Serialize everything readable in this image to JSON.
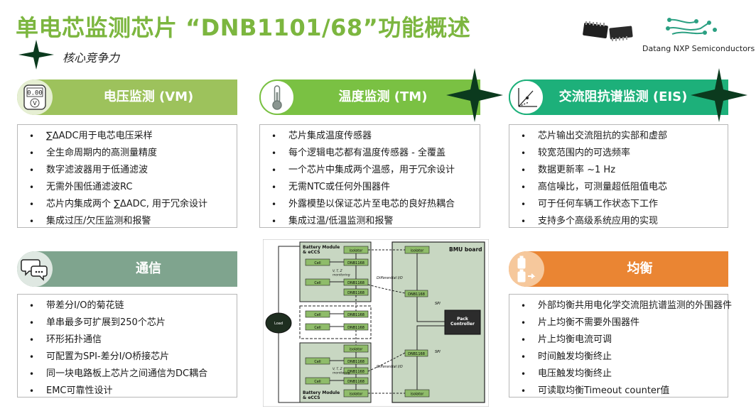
{
  "title": "单电芯监测芯片 “DNB1101/68”功能概述",
  "subtitle": "核心竞争力",
  "company": "Datang NXP Semiconductors",
  "colors": {
    "title_green": "#7cb63f",
    "vm_green": "#9dc25c",
    "tm_green": "#7ac143",
    "eis_green": "#1db07a",
    "comm_gray": "#7fa48e",
    "balance_orange": "#ea8533",
    "star_dark": "#0b3a1e"
  },
  "sections": {
    "vm": {
      "title": "电压监测 (VM)",
      "icon": "voltmeter-icon",
      "icon_text": "0.00",
      "icon_sub": "V",
      "items": [
        "∑ΔADC用于电芯电压采样",
        "全生命周期内的高测量精度",
        "数字滤波器用于低通滤波",
        "无需外围低通滤波RC",
        "芯片内集成两个 ∑ΔADC, 用于冗余设计",
        "集成过压/欠压监测和报警"
      ]
    },
    "tm": {
      "title": "温度监测 (TM)",
      "icon": "thermometer-icon",
      "items": [
        "芯片集成温度传感器",
        "每个逻辑电芯都有温度传感器 - 全覆盖",
        "一个芯片中集成两个温感，用于冗余设计",
        "无需NTC或任何外围器件",
        "外露模垫以保证芯片至电芯的良好热耦合",
        "集成过温/低温监测和报警"
      ]
    },
    "eis": {
      "title": "交流阻抗谱监测 (EIS)",
      "icon": "impedance-axes-icon",
      "items": [
        "芯片输出交流阻抗的实部和虚部",
        "较宽范围内的可选频率",
        "数据更新率 ~1 Hz",
        "高信噪比，可测量超低阻值电芯",
        "可于任何车辆工作状态下工作",
        "支持多个高级系统应用的实现"
      ]
    },
    "comm": {
      "title": "通信",
      "icon": "chat-bubbles-icon",
      "items": [
        "带差分I/O的菊花链",
        "单串最多可扩展到250个芯片",
        "环形拓扑通信",
        "可配置为SPI-差分I/O桥接芯片",
        "同一块电路板上芯片之间通信为DC耦合",
        "EMC可靠性设计"
      ]
    },
    "balance": {
      "title": "均衡",
      "icon": "battery-balance-icon",
      "items": [
        "外部均衡共用电化学交流阻抗谱监测的外围器件",
        "片上均衡不需要外围器件",
        "片上均衡电流可调",
        "时间触发均衡终止",
        "电压触发均衡终止",
        "可读取均衡Timeout counter值"
      ]
    }
  },
  "diagram": {
    "battery_module_top": "Battery Module\n& eCCS",
    "battery_module_bottom": "Battery Module\n& eCCS",
    "bmu_board": "BMU board",
    "isolator": "isolator",
    "cell": "Cell",
    "dnb": "DNB1168",
    "monitoring": "V, T, Z\nmonitoring",
    "differential_io": "Differential I/O",
    "spi": "SPI",
    "load": "Load",
    "pack_controller": "Pack\nController"
  }
}
